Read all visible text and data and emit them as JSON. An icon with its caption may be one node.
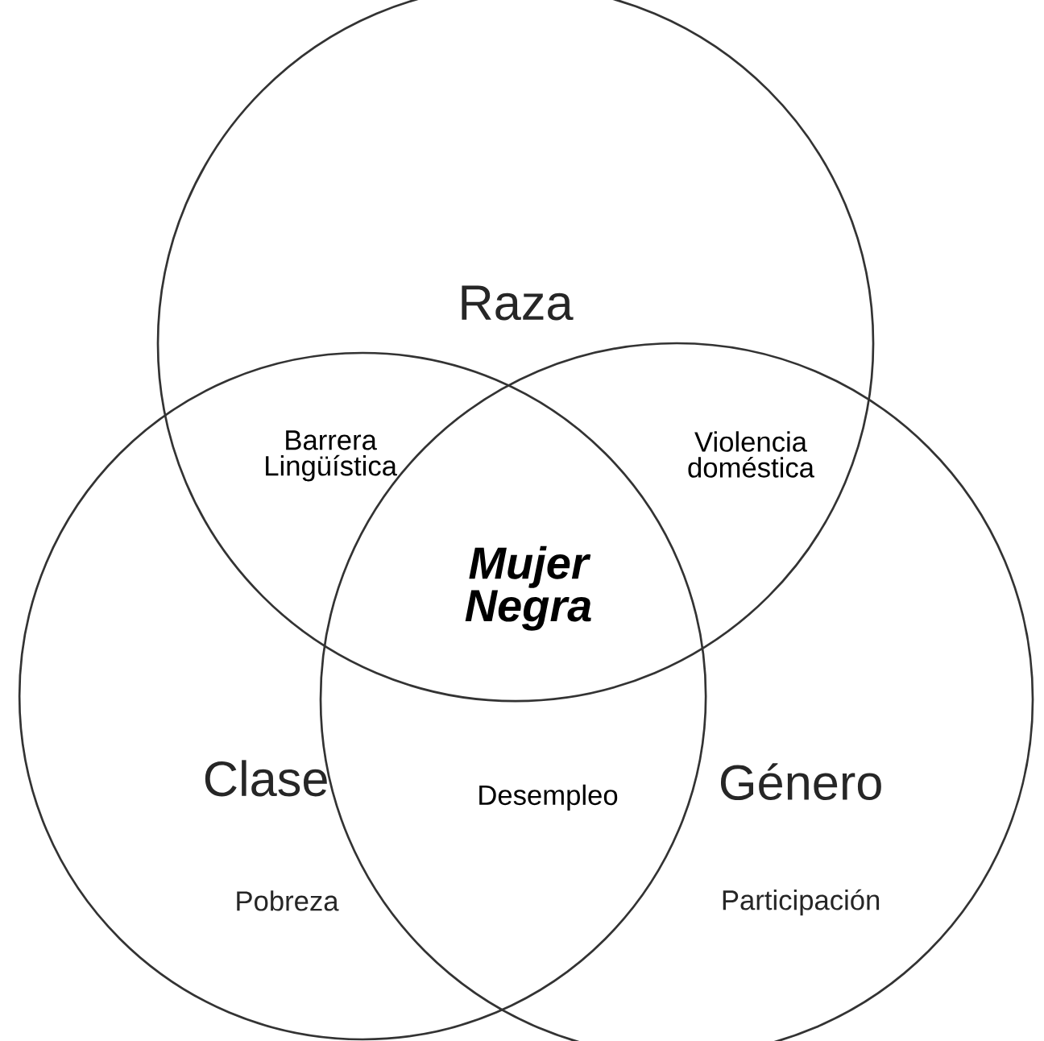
{
  "diagram": {
    "nodes": [
      {
        "text": [
          "Raza"
        ]
      },
      {
        "text": [
          "Clase",
          "Pobreza"
        ]
      },
      {
        "text": [
          "Género",
          "Participación"
        ]
      }
    ],
    "labels": [
      "Barrera Lingüística",
      "Violencia doméstica",
      "Mujer Negra",
      "Desempleo"
    ]
  }
}
